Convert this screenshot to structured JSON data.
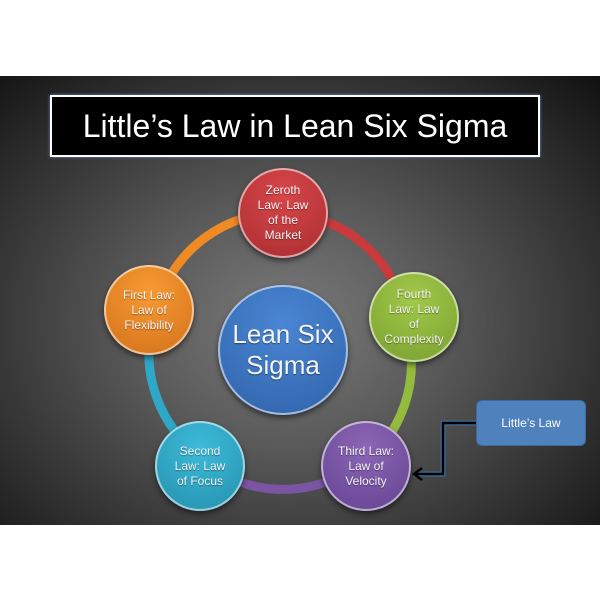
{
  "title": "Little’s Law in Lean Six Sigma",
  "center": {
    "label": "Lean Six Sigma",
    "color": "#3a72c0"
  },
  "nodes": [
    {
      "label": "Zeroth\nLaw: Law\nof the\nMarket",
      "color": "#c0393b"
    },
    {
      "label": "Fourth\nLaw: Law\nof\nComplexity",
      "color": "#8fb63a"
    },
    {
      "label": "Third Law:\nLaw of\nVelocity",
      "color": "#7b55a3"
    },
    {
      "label": "Second\nLaw: Law\nof Focus",
      "color": "#31a9c8"
    },
    {
      "label": "First Law:\nLaw of\nFlexibility",
      "color": "#f08a24"
    }
  ],
  "callout": {
    "label": "Little’s Law",
    "color": "#4f81bd"
  }
}
